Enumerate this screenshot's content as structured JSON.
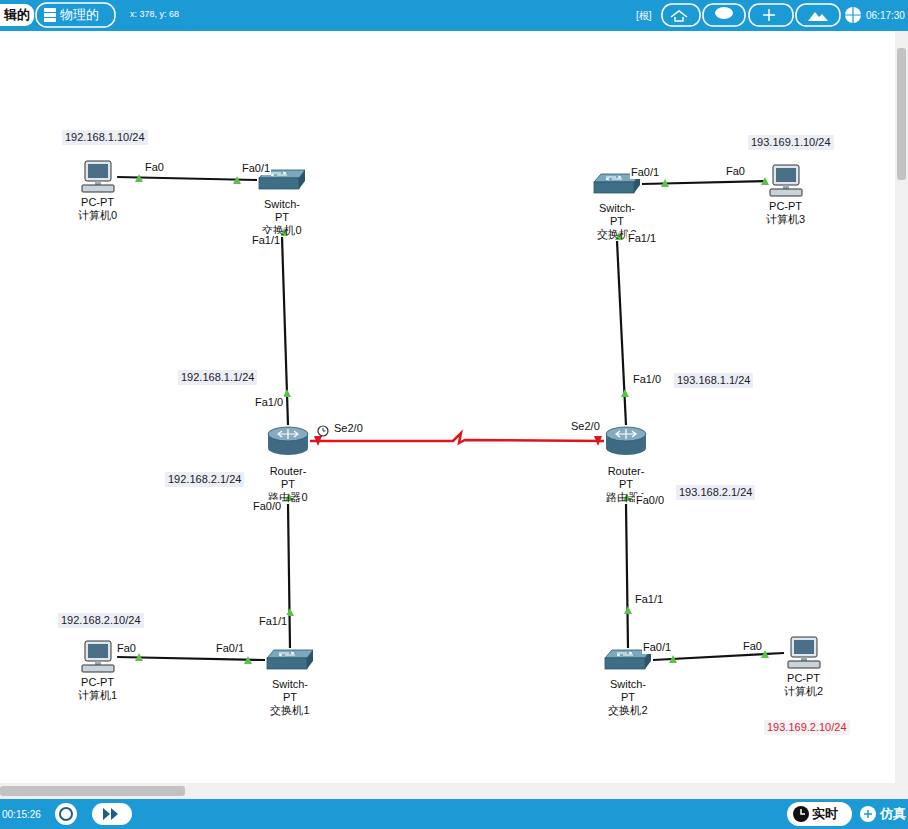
{
  "diagram": {
    "nodes": [
      {
        "text": [
          "PC-PT 计算机0"
        ]
      },
      {
        "text": [
          "Switch-PT 交换机0"
        ]
      },
      {
        "text": [
          "Router-PT 路由器0"
        ]
      },
      {
        "text": [
          "Switch-PT 交换机1"
        ]
      },
      {
        "text": [
          "PC-PT 计算机1"
        ]
      },
      {
        "text": [
          "Switch-PT 交换机3"
        ]
      },
      {
        "text": [
          "PC-PT 计算机3"
        ]
      },
      {
        "text": [
          "Router-PT 路由器1"
        ]
      },
      {
        "text": [
          "Switch-PT 交换机2"
        ]
      },
      {
        "text": [
          "PC-PT 计算机2"
        ]
      }
    ],
    "edges": [
      {
        "from": 0,
        "to": 1,
        "arrow": "none"
      },
      {
        "from": 1,
        "to": 2,
        "arrow": "none"
      },
      {
        "from": 2,
        "to": 3,
        "arrow": "none"
      },
      {
        "from": 3,
        "to": 4,
        "arrow": "none"
      },
      {
        "from": 2,
        "to": 7,
        "arrow": "none"
      },
      {
        "from": 7,
        "to": 5,
        "arrow": "none"
      },
      {
        "from": 5,
        "to": 6,
        "arrow": "none"
      },
      {
        "from": 7,
        "to": 8,
        "arrow": "none"
      },
      {
        "from": 8,
        "to": 9,
        "arrow": "none"
      }
    ],
    "labels": [
      "辑的",
      "物理的",
      "x: 378, y: 68",
      "[根]",
      "06:17:30",
      "192.168.1.10/24",
      "193.169.1.10/24",
      "Fa0",
      "Fa0/1",
      "Fa0/1",
      "Fa0",
      "Fa1/1",
      "Fa1/1",
      "192.168.1.1/24",
      "Fa1/0",
      "193.168.1.1/24",
      "Fa1/0",
      "Se2/0",
      "Se2/0",
      "192.168.2.1/24",
      "Fa0/0",
      "193.168.2.1/24",
      "Fa0/0",
      "Fa1/1",
      "Fa1/1",
      "192.168.2.10/24",
      "Fa0/1",
      "Fa0",
      "Fa0/1",
      "Fa0",
      "193.169.2.10/24",
      "00:15:26",
      "实时",
      "仿真"
    ]
  }
}
